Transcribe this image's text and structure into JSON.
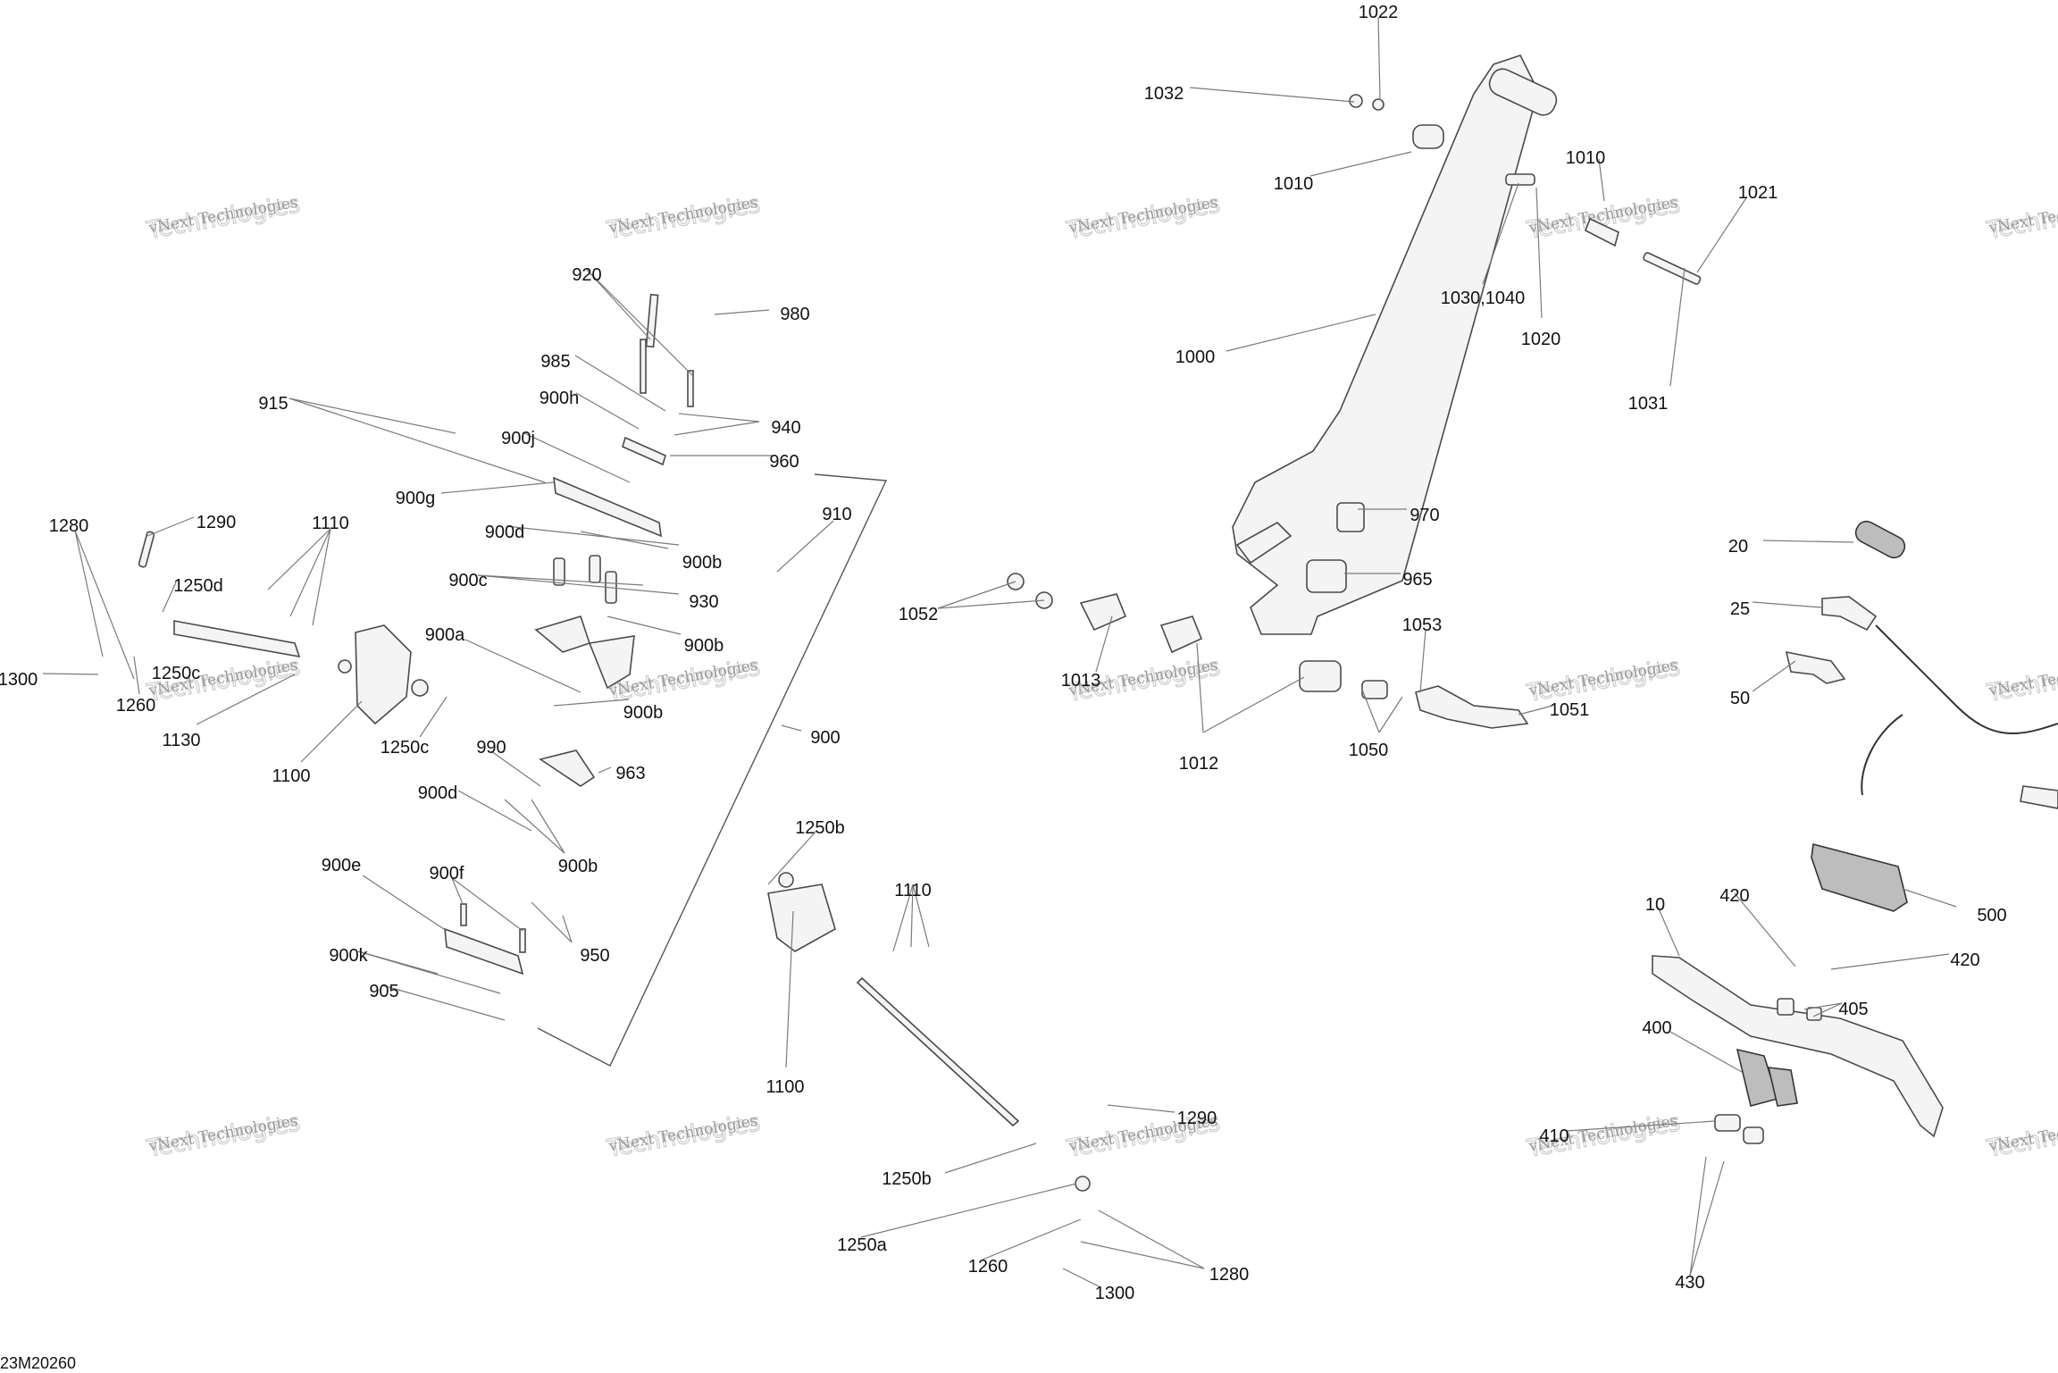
{
  "diagram_code": "23M20260",
  "watermark": {
    "line1": "vNext Technologies",
    "line2": "Technologies"
  },
  "labels": [
    {
      "text": "1022"
    },
    {
      "text": "1032"
    },
    {
      "text": "1010"
    },
    {
      "text": "1010"
    },
    {
      "text": "1021"
    },
    {
      "text": "1030,1040"
    },
    {
      "text": "1020"
    },
    {
      "text": "1000"
    },
    {
      "text": "1031"
    },
    {
      "text": "970"
    },
    {
      "text": "965"
    },
    {
      "text": "1052"
    },
    {
      "text": "1053"
    },
    {
      "text": "1013"
    },
    {
      "text": "1051"
    },
    {
      "text": "1012"
    },
    {
      "text": "1050"
    },
    {
      "text": "20"
    },
    {
      "text": "25"
    },
    {
      "text": "50"
    },
    {
      "text": "500"
    },
    {
      "text": "10"
    },
    {
      "text": "420"
    },
    {
      "text": "420"
    },
    {
      "text": "405"
    },
    {
      "text": "400"
    },
    {
      "text": "410"
    },
    {
      "text": "430"
    },
    {
      "text": "920"
    },
    {
      "text": "980"
    },
    {
      "text": "985"
    },
    {
      "text": "915"
    },
    {
      "text": "900h"
    },
    {
      "text": "940"
    },
    {
      "text": "900j"
    },
    {
      "text": "960"
    },
    {
      "text": "900g"
    },
    {
      "text": "910"
    },
    {
      "text": "900d"
    },
    {
      "text": "900b"
    },
    {
      "text": "900c"
    },
    {
      "text": "930"
    },
    {
      "text": "900a"
    },
    {
      "text": "900b"
    },
    {
      "text": "900b"
    },
    {
      "text": "900"
    },
    {
      "text": "990"
    },
    {
      "text": "963"
    },
    {
      "text": "900d"
    },
    {
      "text": "900b"
    },
    {
      "text": "900e"
    },
    {
      "text": "900f"
    },
    {
      "text": "950"
    },
    {
      "text": "900k"
    },
    {
      "text": "905"
    },
    {
      "text": "1280"
    },
    {
      "text": "1290"
    },
    {
      "text": "1110"
    },
    {
      "text": "1250d"
    },
    {
      "text": "1300"
    },
    {
      "text": "1250c"
    },
    {
      "text": "1260"
    },
    {
      "text": "1130"
    },
    {
      "text": "1100"
    },
    {
      "text": "1250c"
    },
    {
      "text": "1250b"
    },
    {
      "text": "1110"
    },
    {
      "text": "1100"
    },
    {
      "text": "1290"
    },
    {
      "text": "1250b"
    },
    {
      "text": "1250a"
    },
    {
      "text": "1260"
    },
    {
      "text": "1280"
    },
    {
      "text": "1300"
    }
  ]
}
